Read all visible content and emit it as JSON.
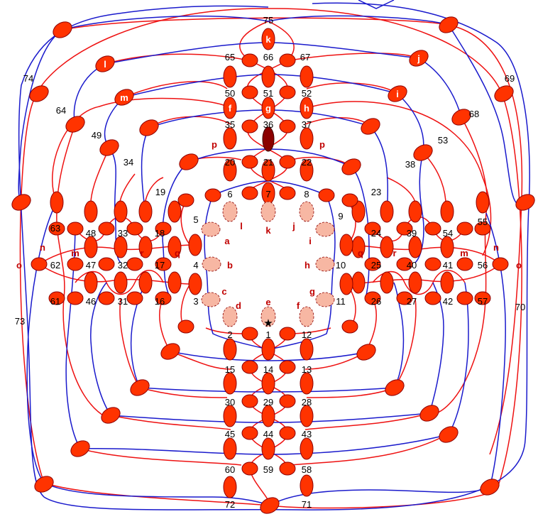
{
  "colors": {
    "node_fill": "#ff3300",
    "node_stroke": "#8b0000",
    "node_dark": "#8b0000",
    "faint_fill": "#f7b7a3",
    "red_line": "#ee1111",
    "blue_line": "#1a1acc"
  },
  "numbers": [
    "75",
    "74",
    "65",
    "66",
    "67",
    "69",
    "64",
    "50",
    "51",
    "52",
    "68",
    "49",
    "35",
    "36",
    "37",
    "53",
    "34",
    "20",
    "21",
    "22",
    "38",
    "19",
    "6",
    "7",
    "8",
    "23",
    "5",
    "9",
    "63",
    "48",
    "33",
    "18",
    "24",
    "39",
    "54",
    "55",
    "62",
    "47",
    "32",
    "17",
    "4",
    "10",
    "25",
    "40",
    "41",
    "56",
    "61",
    "46",
    "31",
    "16",
    "3",
    "11",
    "26",
    "27",
    "42",
    "57",
    "73",
    "70",
    "2",
    "1",
    "12",
    "15",
    "14",
    "13",
    "30",
    "29",
    "28",
    "45",
    "44",
    "43",
    "60",
    "59",
    "58",
    "72",
    "71"
  ],
  "letters_red": [
    "p",
    "p",
    "l",
    "k",
    "j",
    "a",
    "i",
    "n",
    "m",
    "r",
    "q",
    "q",
    "r",
    "m",
    "n",
    "o",
    "b",
    "h",
    "o",
    "c",
    "g",
    "d",
    "e",
    "f"
  ],
  "letters_white": [
    "k",
    "l",
    "j",
    "m",
    "i",
    "f",
    "g",
    "h"
  ],
  "marker": "★"
}
